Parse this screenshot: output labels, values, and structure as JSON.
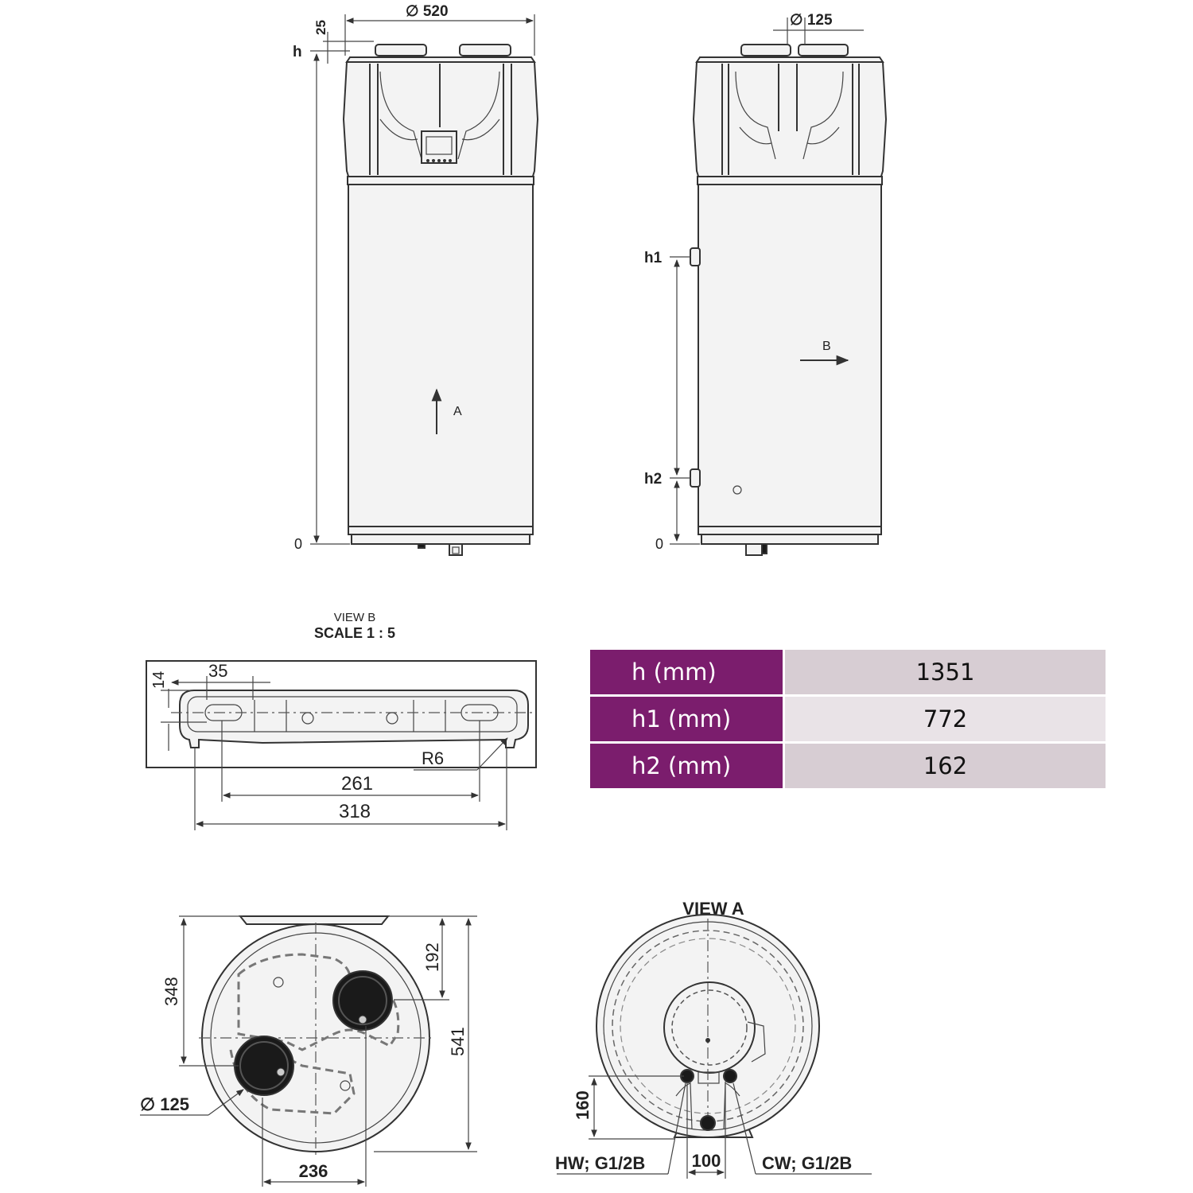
{
  "front_view": {
    "dim_diameter": "∅ 520",
    "dim_top": "25",
    "label_h": "h",
    "label_zero": "0",
    "arrow_label": "A"
  },
  "side_view": {
    "dim_diameter": "∅ 125",
    "label_h1": "h1",
    "label_h2": "h2",
    "label_zero": "0",
    "arrow_label": "B"
  },
  "view_b": {
    "title": "VIEW B",
    "scale": "SCALE 1 : 5",
    "dim_14": "14",
    "dim_35": "35",
    "dim_r6": "R6",
    "dim_261": "261",
    "dim_318": "318"
  },
  "top_view": {
    "dim_348": "348",
    "dim_192": "192",
    "dim_541": "541",
    "dim_125": "∅ 125",
    "dim_236": "236"
  },
  "view_a": {
    "title": "VIEW A",
    "dim_160": "160",
    "dim_100": "100",
    "label_hw": "HW; G1/2B",
    "label_cw": "CW; G1/2B"
  },
  "table": {
    "rows": [
      {
        "key": "h (mm)",
        "value": "1351"
      },
      {
        "key": "h1 (mm)",
        "value": "772"
      },
      {
        "key": "h2 (mm)",
        "value": "162"
      }
    ]
  }
}
